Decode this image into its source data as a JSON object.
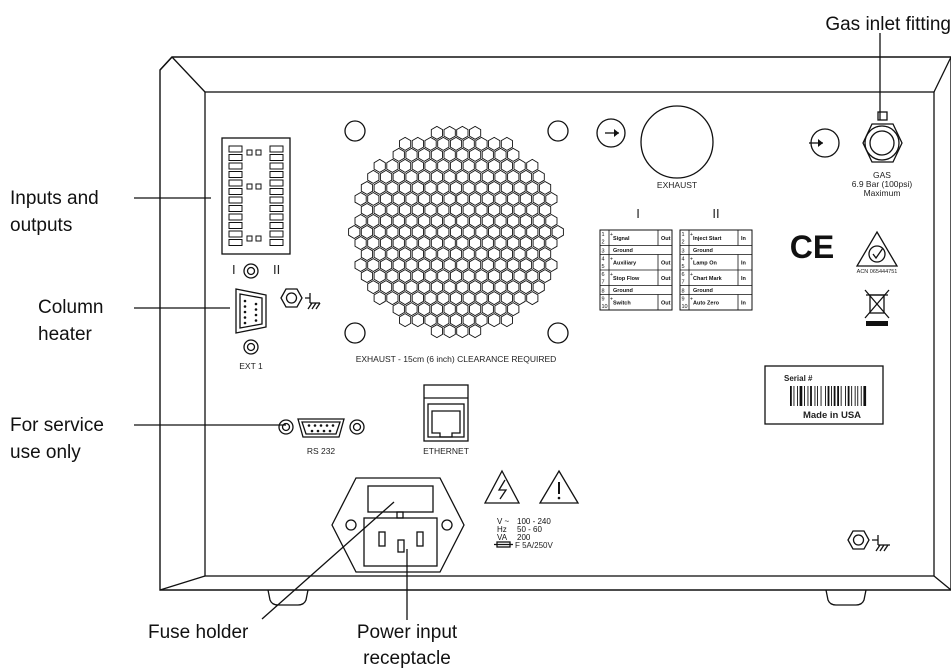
{
  "callouts": {
    "gas_inlet": "Gas inlet fitting",
    "inputs_outputs_1": "Inputs and",
    "inputs_outputs_2": "outputs",
    "column_heater_1": "Column",
    "column_heater_2": "heater",
    "service_1": "For service",
    "service_2": "use only",
    "fuse_holder": "Fuse holder",
    "power_input_1": "Power input",
    "power_input_2": "receptacle"
  },
  "panel": {
    "exhaust": "EXHAUST",
    "exhaust_clearance": "EXHAUST - 15cm (6 inch) CLEARANCE REQUIRED",
    "gas": "GAS",
    "gas_pressure": "6.9 Bar (100psi)",
    "gas_max": "Maximum",
    "ext1": "EXT 1",
    "io_roman_1": "I",
    "io_roman_2": "II",
    "rs232": "RS 232",
    "ethernet": "ETHERNET",
    "ce": "CE",
    "acn": "ACN 065444751",
    "serial": "Serial #",
    "made_in": "Made in USA",
    "power_specs": [
      {
        "key": "V ~",
        "value": "100 - 240"
      },
      {
        "key": "Hz",
        "value": "50 - 60"
      },
      {
        "key": "VA",
        "value": "200"
      }
    ],
    "fuse_rating": "F 5A/250V"
  },
  "io_table": {
    "header_1": "I",
    "header_2": "II",
    "table_1": [
      {
        "pins": [
          "1",
          "2"
        ],
        "label": "Signal",
        "dir": "Out"
      },
      {
        "pins": [
          "3"
        ],
        "label": "Ground",
        "dir": ""
      },
      {
        "pins": [
          "4",
          "5"
        ],
        "label": "Auxiliary",
        "dir": "Out"
      },
      {
        "pins": [
          "6",
          "7"
        ],
        "label": "Stop Flow",
        "dir": "Out"
      },
      {
        "pins": [
          "8"
        ],
        "label": "Ground",
        "dir": ""
      },
      {
        "pins": [
          "9",
          "10"
        ],
        "label": "Switch",
        "dir": "Out"
      }
    ],
    "table_2": [
      {
        "pins": [
          "1",
          "2"
        ],
        "label": "Inject Start",
        "dir": "In"
      },
      {
        "pins": [
          "3"
        ],
        "label": "Ground",
        "dir": ""
      },
      {
        "pins": [
          "4",
          "5"
        ],
        "label": "Lamp On",
        "dir": "In"
      },
      {
        "pins": [
          "6",
          "7"
        ],
        "label": "Chart Mark",
        "dir": "In"
      },
      {
        "pins": [
          "8"
        ],
        "label": "Ground",
        "dir": ""
      },
      {
        "pins": [
          "9",
          "10"
        ],
        "label": "Auto Zero",
        "dir": "In"
      }
    ]
  }
}
